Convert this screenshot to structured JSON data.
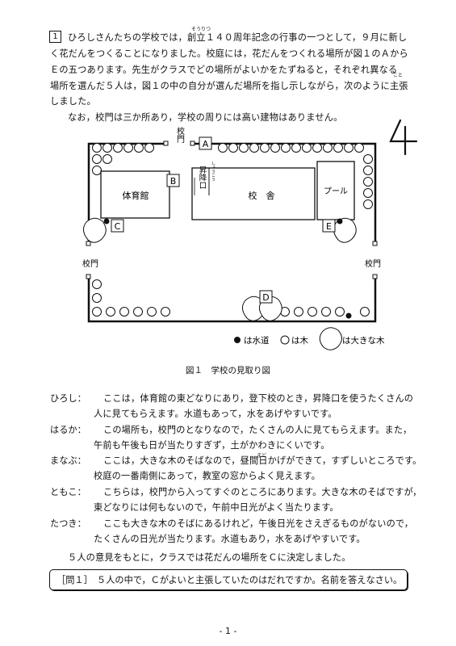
{
  "question_number": "1",
  "intro": {
    "lines": [
      "ひろしさんたちの学校では，創立１４０周年記念の行事の一つとして，９月に新し",
      "く花だんをつくることになりました。校庭には，花だんをつくれる場所が図１のＡから",
      "Ｅの五つあります。先生がクラスでどの場所がよいかをたずねると，それぞれ異なる",
      "場所を選んだ５人は，図１の中の自分が選んだ場所を指し示しながら，次のように主張",
      "しました。",
      "なお，校門は三か所あり，学校の周りには高い建物はありません。"
    ],
    "ruby_souritsu": "そうりつ",
    "ruby_koto": "こと"
  },
  "page_mark": "4",
  "map": {
    "gate_top": "校門",
    "gate_left": "校門",
    "gate_right": "校門",
    "gym": "体育館",
    "stairs": "昇降口",
    "stairs_ruby": "しょうこう",
    "school": "校　舎",
    "pool": "プール",
    "place_a": "A",
    "place_b": "B",
    "place_c": "C",
    "place_d": "D",
    "place_e": "E",
    "legend_water": "は水道",
    "legend_tree": "は木",
    "legend_bigtree": "は大きな木"
  },
  "figure_caption": "図１　学校の見取り図",
  "dialogue": [
    {
      "name": "ひろし：",
      "lines": [
        "ここは，体育館の東どなりにあり，登下校のとき，昇降口を使うたくさんの",
        "人に見てもらえます。水道もあって，水をあげやすいです。"
      ]
    },
    {
      "name": "はるか：",
      "lines": [
        "この場所も，校門のとなりなので，たくさんの人に見てもらえます。また，",
        "午前も午後も日が当たりすぎず，土がかわきにくいです。"
      ]
    },
    {
      "name": "まなぶ：",
      "lines": [
        "ここは，大きな木のそばなので，昼間日かげができて，すずしいところです。",
        "校庭の一番南側にあって，教室の窓からよく見えます。"
      ]
    },
    {
      "name": "ともこ：",
      "lines": [
        "こちらは，校門から入ってすぐのところにあります。大きな木のそばですが，",
        "東どなりには何もないので，午前中日光がよく当たります。"
      ]
    },
    {
      "name": "たつき：",
      "lines": [
        "ここも大きな木のそばにあるけれど，午後日光をさえぎるものがないので，",
        "たくさんの日光が当たります。水道もあり，水をあげやすいです。"
      ]
    }
  ],
  "ruby_mado": "まど",
  "conclusion": "５人の意見をもとに，クラスでは花だんの場所をＣに決定しました。",
  "question": {
    "label": "［問１］",
    "text": "５人の中で，Ｃがよいと主張していたのはだれですか。名前を答えなさい。"
  },
  "page_number": "- 1 -"
}
